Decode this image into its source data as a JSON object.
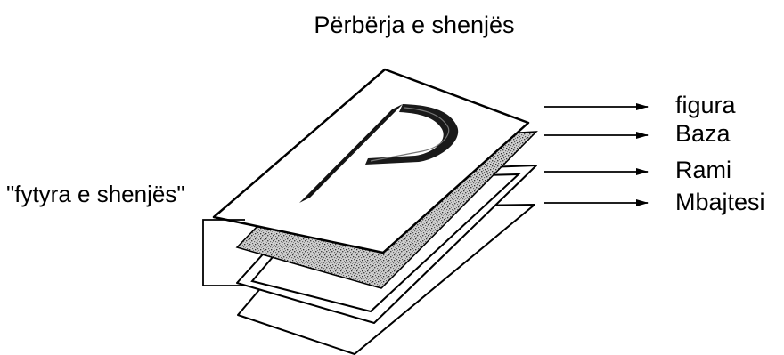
{
  "title": "Përbërja e shenjës",
  "side_label": "\"fytyra e shenjës\"",
  "layers": [
    {
      "label": "figura"
    },
    {
      "label": "Baza"
    },
    {
      "label": "Rami"
    },
    {
      "label": "Mbajtesi"
    }
  ],
  "colors": {
    "line": "#000000",
    "background": "#ffffff",
    "speckle_fill": "#bdbdbd"
  }
}
